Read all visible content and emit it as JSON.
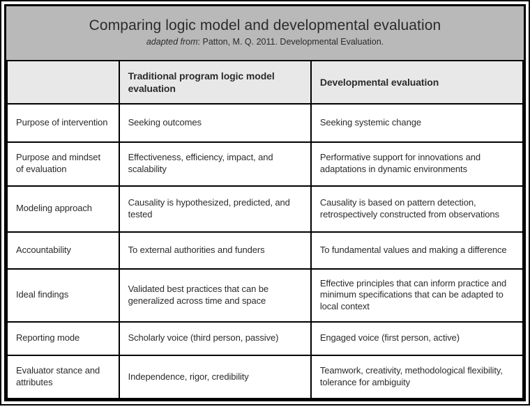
{
  "header": {
    "title": "Comparing logic model and developmental evaluation",
    "subtitle_italic": "adapted from",
    "subtitle_rest": ": Patton, M. Q. 2011. Developmental Evaluation."
  },
  "table": {
    "columns": [
      "Traditional program logic model evaluation",
      "Developmental evaluation"
    ],
    "rows": [
      {
        "label": "Purpose of intervention",
        "traditional": "Seeking outcomes",
        "developmental": "Seeking systemic change"
      },
      {
        "label": "Purpose and mindset of evaluation",
        "traditional": "Effectiveness, efficiency, impact, and scalability",
        "developmental": "Performative support for innovations and adaptations in dynamic environments"
      },
      {
        "label": "Modeling approach",
        "traditional": "Causality is hypothesized, predicted, and tested",
        "developmental": "Causality is based on pattern detection, retrospectively constructed from observations"
      },
      {
        "label": "Accountability",
        "traditional": "To external authorities and funders",
        "developmental": "To fundamental values and making a difference"
      },
      {
        "label": "Ideal findings",
        "traditional": "Validated best practices that can be generalized across time and space",
        "developmental": "Effective principles that can inform practice and minimum specifications that can be adapted to local context"
      },
      {
        "label": "Reporting mode",
        "traditional": "Scholarly voice (third person, passive)",
        "developmental": "Engaged voice (first person, active)"
      },
      {
        "label": "Evaluator stance and attributes",
        "traditional": "Independence, rigor, credibility",
        "developmental": "Teamwork, creativity, methodological flexibility, tolerance for ambiguity"
      }
    ]
  },
  "colors": {
    "title_bg": "#b9b9b9",
    "header_bg": "#e8e8e8",
    "border": "#000000",
    "text": "#2b2b2b"
  }
}
